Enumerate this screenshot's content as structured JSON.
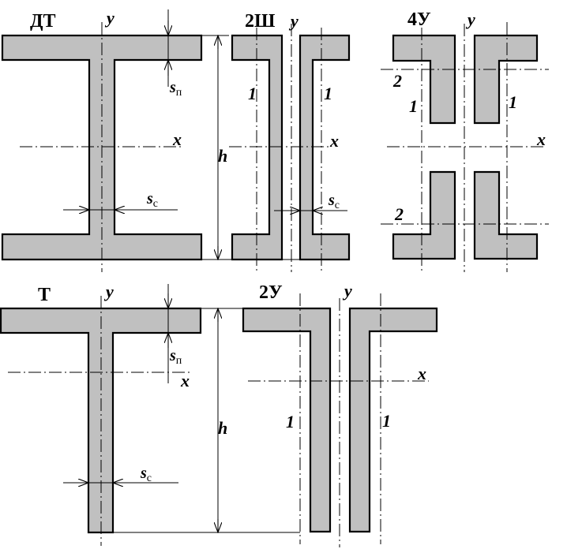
{
  "sections": {
    "dt": {
      "title": "ДТ",
      "axis_y": "y",
      "axis_x": "x",
      "h": "h",
      "flange_s": "s",
      "flange_sub": "п",
      "web_s": "s",
      "web_sub": "с"
    },
    "sh2": {
      "title": "2Ш",
      "axis_y": "y",
      "axis_x": "x",
      "left_num": "1",
      "right_num": "1",
      "web_s": "s",
      "web_sub": "с"
    },
    "u4": {
      "title": "4У",
      "axis_y": "y",
      "axis_x": "x",
      "num_2_top": "2",
      "num_1_left": "1",
      "num_1_right": "1",
      "num_2_bottom": "2"
    },
    "t": {
      "title": "Т",
      "axis_y": "y",
      "axis_x": "x",
      "h": "h",
      "flange_s": "s",
      "flange_sub": "п",
      "web_s": "s",
      "web_sub": "с"
    },
    "u2": {
      "title": "2У",
      "axis_y": "y",
      "axis_x": "x",
      "left_num": "1",
      "right_num": "1"
    }
  },
  "colors": {
    "fill": "#c0c0c0",
    "stroke": "#000000",
    "background": "#ffffff"
  }
}
